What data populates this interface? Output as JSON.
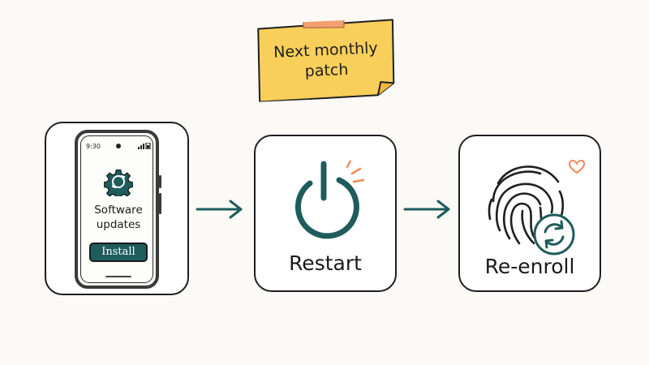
{
  "note": {
    "line1": "Next monthly",
    "line2": "patch"
  },
  "phone": {
    "time": "9:30",
    "title_line1": "Software",
    "title_line2": "updates",
    "install_label": "Install"
  },
  "steps": {
    "restart_label": "Restart",
    "reenroll_label": "Re-enroll"
  },
  "colors": {
    "teal": "#1f5c5c",
    "sticky_yellow": "#f9cf5c",
    "tape_orange": "#f3a070",
    "accent_orange": "#f08a5d",
    "outline": "#1f1f1f"
  }
}
